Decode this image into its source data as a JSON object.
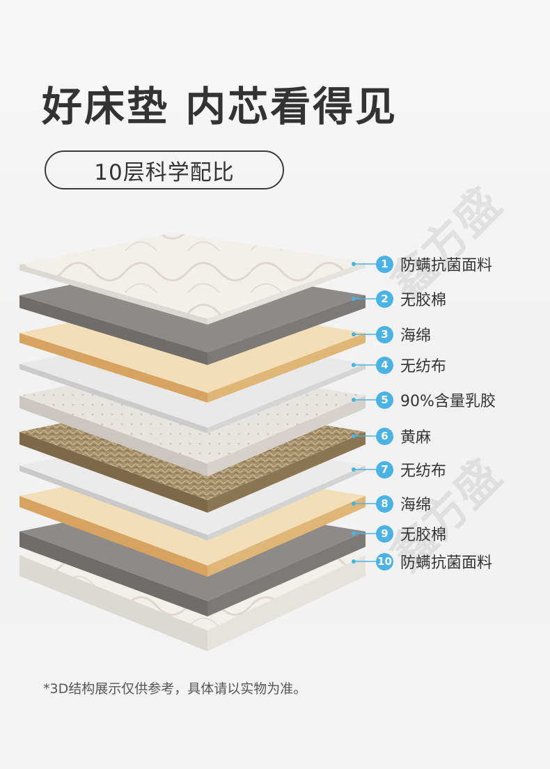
{
  "title": "好床垫 内芯看得见",
  "subtitle": "10层科学配比",
  "footnote": "*3D结构展示仅供参考，具体请以实物为准。",
  "watermark": "鑫方盛",
  "colors": {
    "accent": "#4ab3e3",
    "fabric": "#f2efea",
    "gray_felt": "#8d8a87",
    "foam": "#f2dfb8",
    "nonwoven": "#e8e8e8",
    "latex": "#e6e2dd",
    "jute": "#a48e6a"
  },
  "layers": [
    {
      "num": "1",
      "label": "防螨抗菌面料"
    },
    {
      "num": "2",
      "label": "无胶棉"
    },
    {
      "num": "3",
      "label": "海绵"
    },
    {
      "num": "4",
      "label": "无纺布"
    },
    {
      "num": "5",
      "label": "90%含量乳胶"
    },
    {
      "num": "6",
      "label": "黄麻"
    },
    {
      "num": "7",
      "label": "无纺布"
    },
    {
      "num": "8",
      "label": "海绵"
    },
    {
      "num": "9",
      "label": "无胶棉"
    },
    {
      "num": "10",
      "label": "防螨抗菌面料"
    }
  ]
}
